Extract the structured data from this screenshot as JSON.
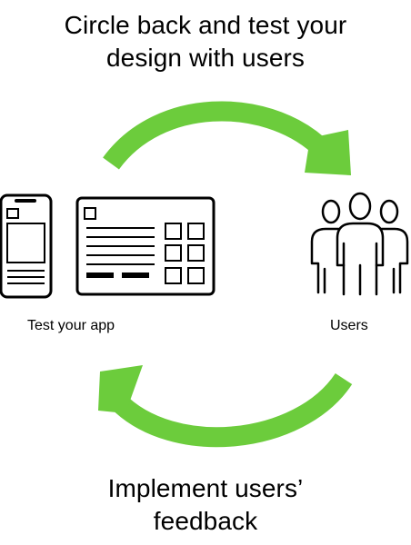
{
  "header": {
    "line1": "Circle back and test your",
    "line2": "design with users"
  },
  "footer": {
    "line1": "Implement users’",
    "line2": "feedback"
  },
  "labels": {
    "app": "Test your app",
    "users": "Users"
  },
  "colors": {
    "arrow": "#6ccc3c",
    "stroke": "#000000",
    "background": "#ffffff"
  },
  "icons": {
    "phone": "smartphone-icon",
    "browser": "app-window-icon",
    "users": "user-group-icon"
  }
}
